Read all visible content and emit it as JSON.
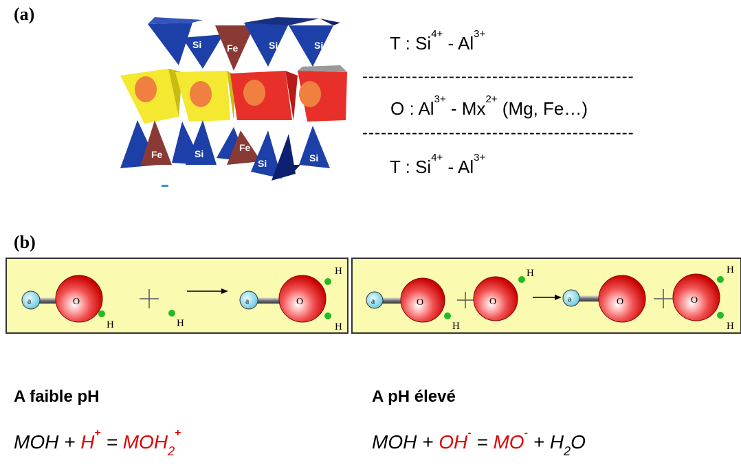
{
  "panel_a": {
    "label": "(a)",
    "layers": [
      {
        "prefix": "T : Si",
        "sup1": "4+",
        "mid": " - Al",
        "sup2": "3+",
        "suffix": ""
      },
      {
        "prefix": "O : Al",
        "sup1": "3+",
        "mid": " - Mx",
        "sup2": "2+",
        "suffix": " (Mg, Fe…)"
      },
      {
        "prefix": "T : Si",
        "sup1": "4+",
        "mid": " - Al",
        "sup2": "3+",
        "suffix": ""
      }
    ],
    "separator": "--------------------------------------------",
    "tetra_labels_top": [
      "Si",
      "Fe",
      "Si",
      "Si"
    ],
    "tetra_labels_bottom": [
      "Fe",
      "Si",
      "Fe",
      "Si",
      "Si"
    ]
  },
  "panel_b": {
    "label": "(b)",
    "atoms": {
      "metal": "a",
      "oxygen": "O",
      "hydrogen": "H"
    },
    "low_ph_title": "A faible pH",
    "high_ph_title": "A pH élevé",
    "low_ph_equation": {
      "t1": "MOH + ",
      "t2": "H",
      "t2_sup": "+",
      "t3": " = ",
      "t4": "MOH",
      "t4_sub": "2",
      "t4_sup": "+"
    },
    "high_ph_equation": {
      "t1": "MOH + ",
      "t2": "OH",
      "t2_sup": "-",
      "t3": " = ",
      "t4": "MO",
      "t4_sup": "-",
      "t5": " + H",
      "t5_sub": "2",
      "t6": "O"
    }
  },
  "colors": {
    "box_fill": "#fafab0",
    "oxygen": "#e82020",
    "hydrogen": "#22bb22",
    "metal": "#8fe0f0",
    "tetra_blue": "#1d3fa8",
    "tetra_brown": "#8a3a35",
    "octa_yellow": "#f4e830",
    "octa_red": "#e8302a",
    "equation_red": "#e00000"
  }
}
